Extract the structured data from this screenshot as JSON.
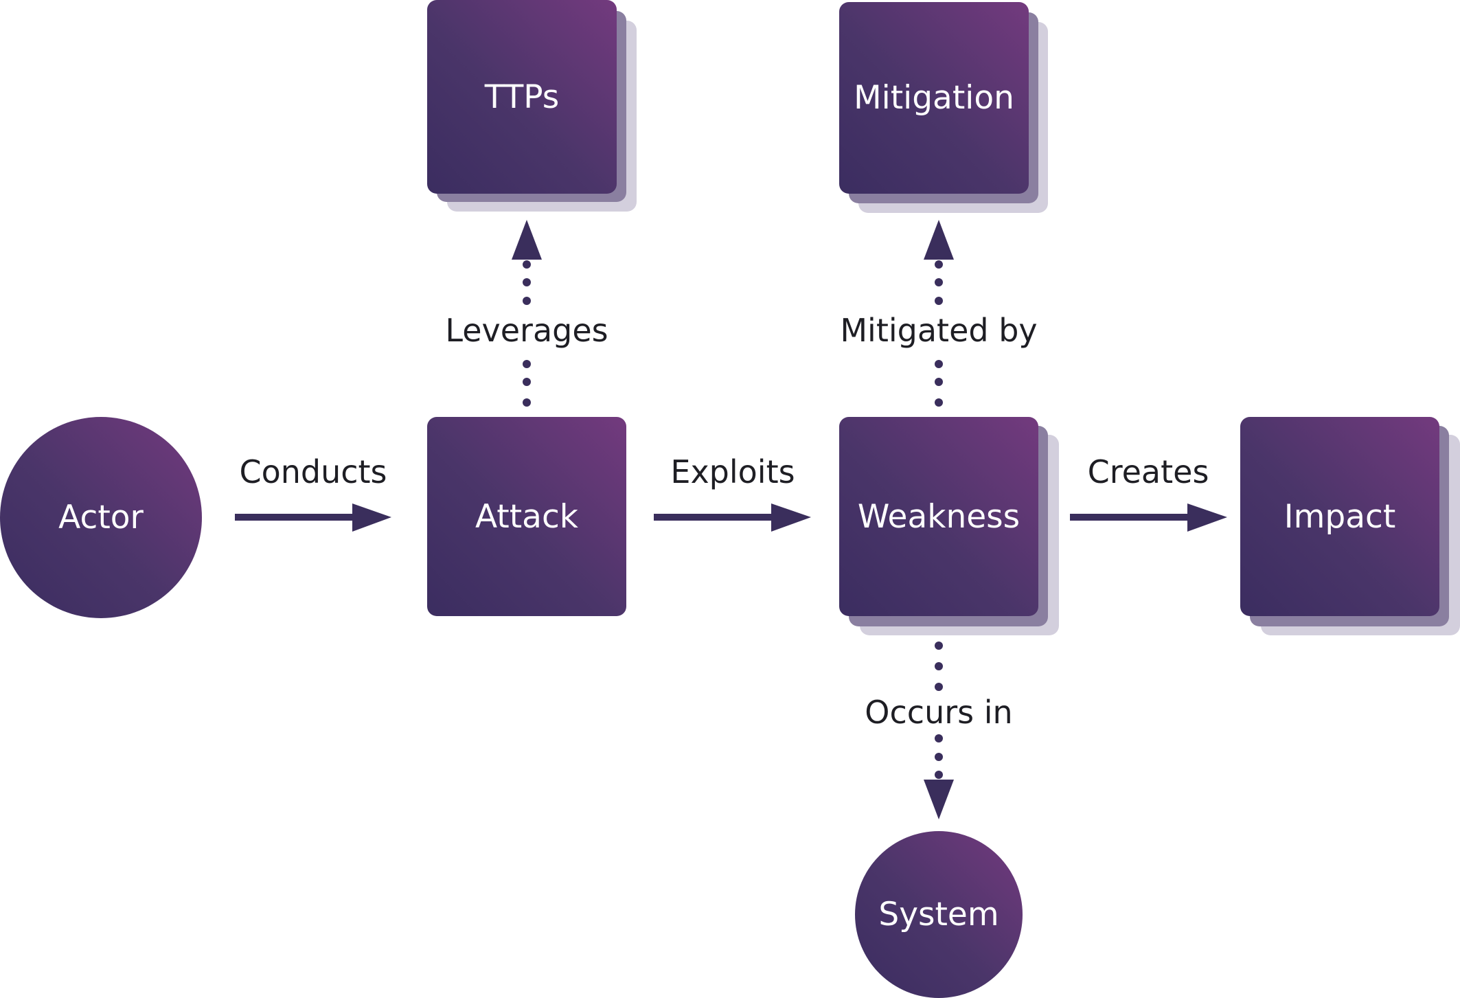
{
  "nodes": {
    "actor": "Actor",
    "attack": "Attack",
    "weakness": "Weakness",
    "impact": "Impact",
    "ttps": "TTPs",
    "mitigation": "Mitigation",
    "system": "System"
  },
  "edges": {
    "conducts": "Conducts",
    "exploits": "Exploits",
    "creates": "Creates",
    "leverages": "Leverages",
    "mitigated_by": "Mitigated by",
    "occurs_in": "Occurs in"
  },
  "colors": {
    "node_dark": "#3b2d60",
    "node_light": "#733a7e",
    "arrow": "#3a2e5c",
    "shadow_mid": "#8a7fa0",
    "shadow_light": "#d3cfdd",
    "label_text": "#1e1e24"
  }
}
